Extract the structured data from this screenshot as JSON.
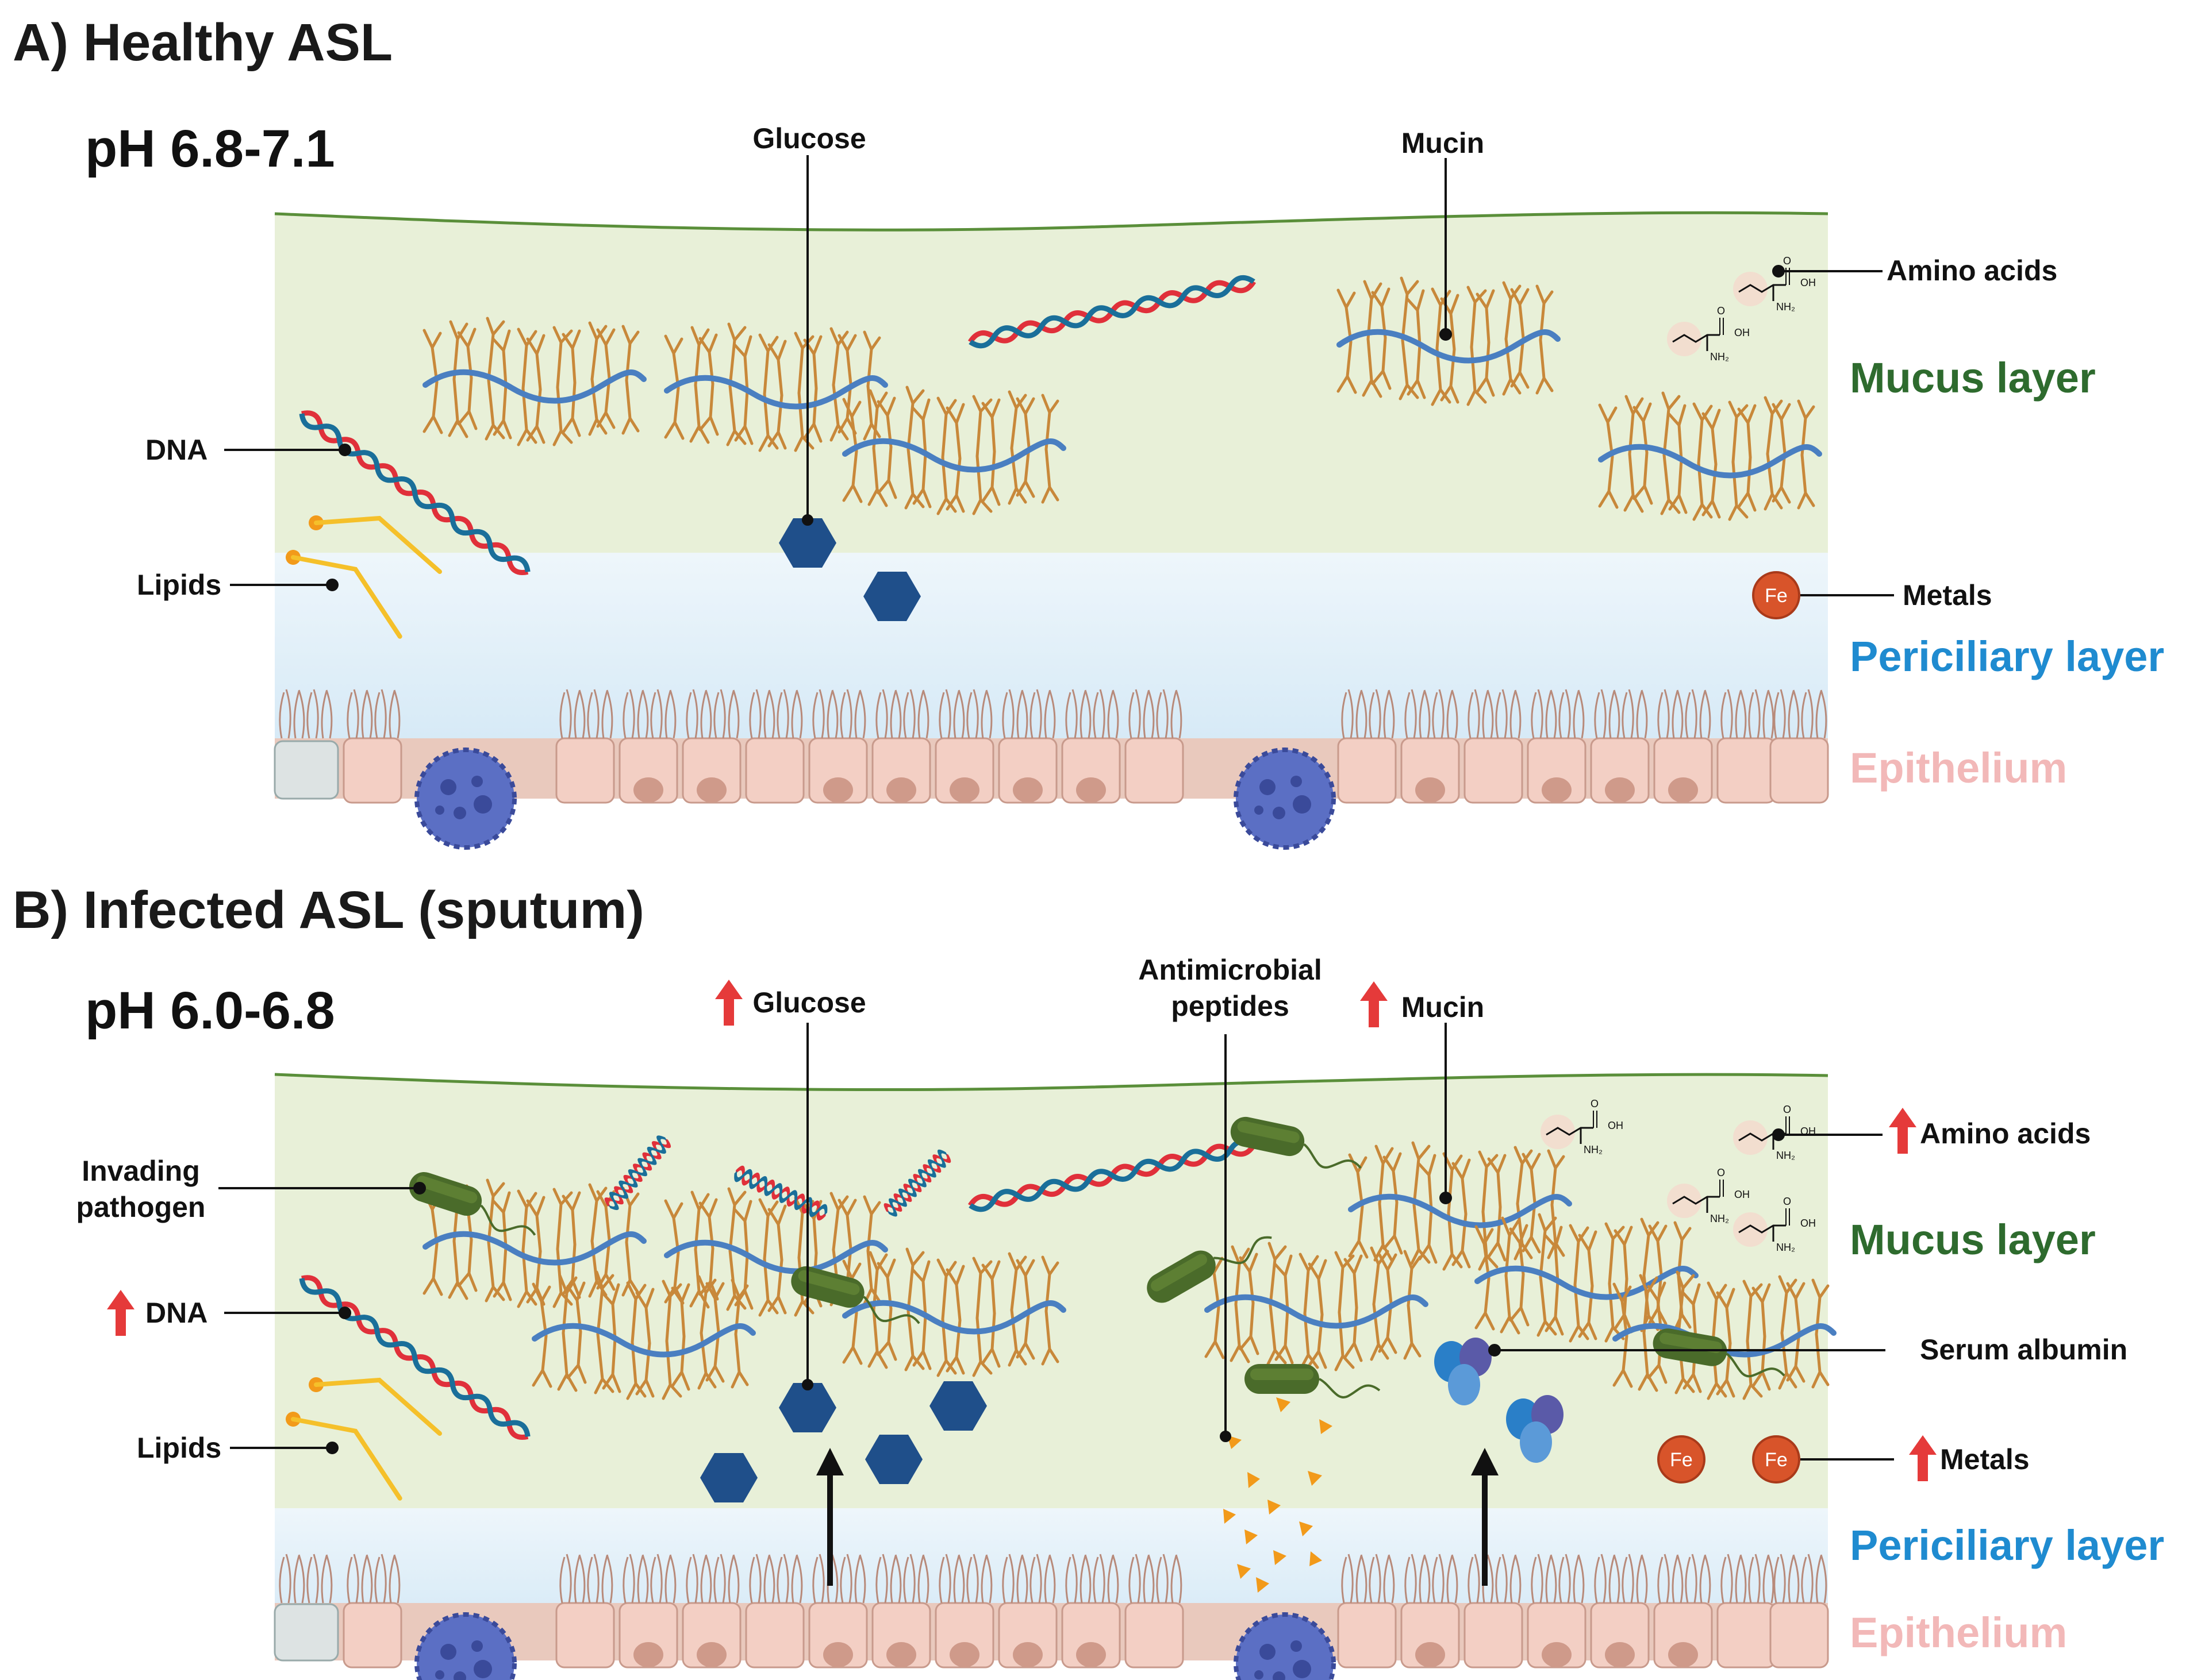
{
  "panels": [
    {
      "title": "A) Healthy ASL",
      "ph": "pH 6.8-7.1",
      "labels": {
        "glucose": "Glucose",
        "mucin": "Mucin",
        "amino_acids": "Amino acids",
        "dna": "DNA",
        "lipids": "Lipids",
        "metals": "Metals"
      },
      "layers": {
        "mucus": "Mucus layer",
        "periciliary": "Periciliary layer",
        "epithelium": "Epithelium"
      }
    },
    {
      "title": "B) Infected ASL (sputum)",
      "ph": "pH 6.0-6.8",
      "labels": {
        "glucose": "Glucose",
        "antimicrobial_line1": "Antimicrobial",
        "antimicrobial_line2": "peptides",
        "mucin": "Mucin",
        "amino_acids": "Amino acids",
        "pathogen_line1": "Invading",
        "pathogen_line2": "pathogen",
        "dna": "DNA",
        "lipids": "Lipids",
        "serum_albumin": "Serum albumin",
        "metals": "Metals"
      },
      "layers": {
        "mucus": "Mucus layer",
        "periciliary": "Periciliary layer",
        "epithelium": "Epithelium"
      }
    }
  ],
  "chem": {
    "oh": "OH",
    "nh2": "NH₂",
    "o": "O",
    "fe": "Fe"
  },
  "colors": {
    "mucus_bg": "#e8f0d8",
    "periciliary_bg": "#dcecf7",
    "epithelium_cell": "#f3cfc4",
    "mucus_label": "#2e6b2e",
    "periciliary_label": "#1f8bd0",
    "epithelium_label": "#f2b8b8",
    "increase_arrow": "#e53a3a",
    "glucose": "#1f4f8a",
    "mucin_backbone": "#4a7fc1",
    "mucin_branch": "#c8883a",
    "dna_red": "#e0303a",
    "dna_blue": "#1a6f9a",
    "lipid": "#f5c02a",
    "pathogen": "#4a6b2a",
    "iron": "#d8542a",
    "amp": "#f29a1a",
    "albumin": "#2a7fc8"
  }
}
